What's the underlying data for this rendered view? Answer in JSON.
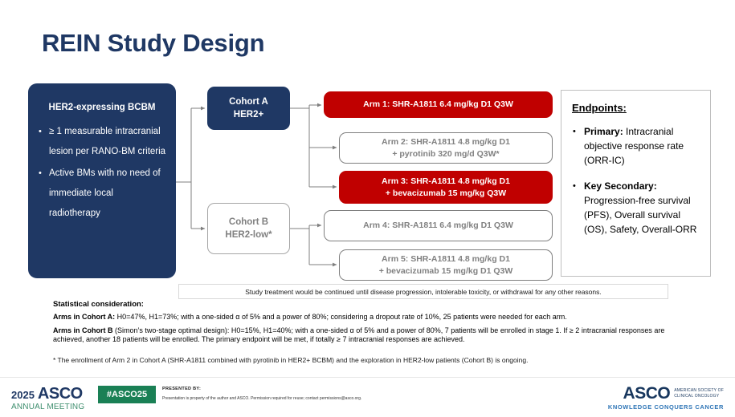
{
  "slide": {
    "title": "REIN Study Design"
  },
  "population": {
    "heading": "HER2-expressing BCBM",
    "criteria": [
      "≥ 1 measurable intracranial lesion per RANO-BM criteria",
      "Active BMs with no need of immediate local radiotherapy"
    ]
  },
  "cohorts": [
    {
      "name": "Cohort A",
      "subtitle": "HER2+",
      "style": "filled"
    },
    {
      "name": "Cohort B",
      "subtitle": "HER2-low*",
      "style": "outline"
    }
  ],
  "arms": [
    {
      "id": "arm-1",
      "line1": "Arm 1: SHR-A1811 6.4 mg/kg D1 Q3W",
      "line2": "",
      "highlighted": true
    },
    {
      "id": "arm-2",
      "line1": "Arm 2: SHR-A1811 4.8 mg/kg D1",
      "line2": "+ pyrotinib 320 mg/d Q3W*",
      "highlighted": false
    },
    {
      "id": "arm-3",
      "line1": "Arm 3: SHR-A1811 4.8 mg/kg D1",
      "line2": "+ bevacizumab 15 mg/kg Q3W",
      "highlighted": true
    },
    {
      "id": "arm-4",
      "line1": "Arm 4: SHR-A1811 6.4 mg/kg D1 Q3W",
      "line2": "",
      "highlighted": false
    },
    {
      "id": "arm-5",
      "line1": "Arm 5: SHR-A1811 4.8 mg/kg D1",
      "line2": "+ bevacizumab 15 mg/kg D1 Q3W",
      "highlighted": false
    }
  ],
  "endpoints": {
    "title": "Endpoints:",
    "items": [
      {
        "lead": "Primary:",
        "text": " Intracranial objective response rate (ORR-IC)"
      },
      {
        "lead": "Key Secondary:",
        "text": " Progression-free survival (PFS), Overall survival (OS), Safety, Overall-ORR"
      }
    ]
  },
  "treatment_note": "Study treatment would be continued until disease progression, intolerable toxicity, or withdrawal for any other reasons.",
  "statistics": {
    "heading": "Statistical consideration:",
    "cohort_a_lead": "Arms in Cohort A:",
    "cohort_a_text": " H0=47%, H1=73%; with a one-sided α of 5% and a power of 80%; considering a dropout rate of 10%, 25 patients were needed for each arm.",
    "cohort_b_lead": "Arms in Cohort B",
    "cohort_b_text": " (Simon’s two-stage optimal design): H0=15%, H1=40%; with a one-sided α of 5% and a power of 80%, 7 patients will be enrolled in stage 1. If ≥ 2 intracranial responses are achieved, another 18 patients will be enrolled. The primary endpoint will be met, if totally ≥ 7 intracranial responses are achieved."
  },
  "footnote": "* The enrollment of Arm 2 in Cohort A (SHR-A1811 combined with pyrotinib in HER2+ BCBM) and the exploration in HER2-low patients (Cohort B) is ongoing.",
  "footer": {
    "asco_year": "2025",
    "asco_word": "ASCO",
    "asco_sub": "ANNUAL MEETING",
    "hashtag": "#ASCO25",
    "presented_by": "PRESENTED BY:",
    "permission": "Presentation is property of the author and ASCO. Permission required for reuse; contact permissions@asco.org.",
    "right_word": "ASCO",
    "right_tagline_1": "AMERICAN SOCIETY OF",
    "right_tagline_2": "CLINICAL ONCOLOGY",
    "right_bottom": "KNOWLEDGE CONQUERS CANCER"
  },
  "colors": {
    "navy": "#1F3864",
    "red": "#C00000",
    "gray_text": "#808080",
    "green": "#1A8055"
  }
}
